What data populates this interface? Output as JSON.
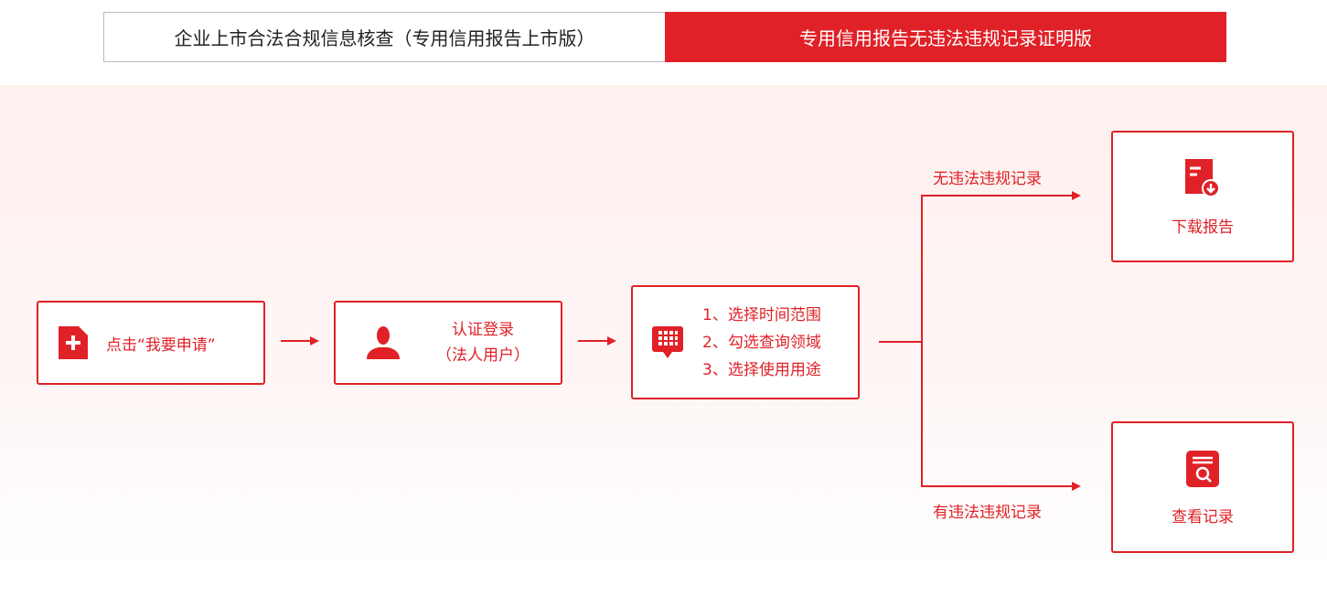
{
  "tabs": [
    {
      "label": "企业上市合法合规信息核查（专用信用报告上市版）",
      "active": false
    },
    {
      "label": "专用信用报告无违法违规记录证明版",
      "active": true
    }
  ],
  "steps": {
    "apply": "点击“我要申请”",
    "login": {
      "line1": "认证登录",
      "line2": "（法人用户）"
    },
    "select": [
      "1、选择时间范围",
      "2、勾选查询领域",
      "3、选择使用用途"
    ]
  },
  "branches": {
    "no_record": "无违法违规记录",
    "has_record": "有违法违规记录"
  },
  "results": {
    "download": "下载报告",
    "view": "查看记录"
  },
  "colors": {
    "accent": "#e02127"
  }
}
